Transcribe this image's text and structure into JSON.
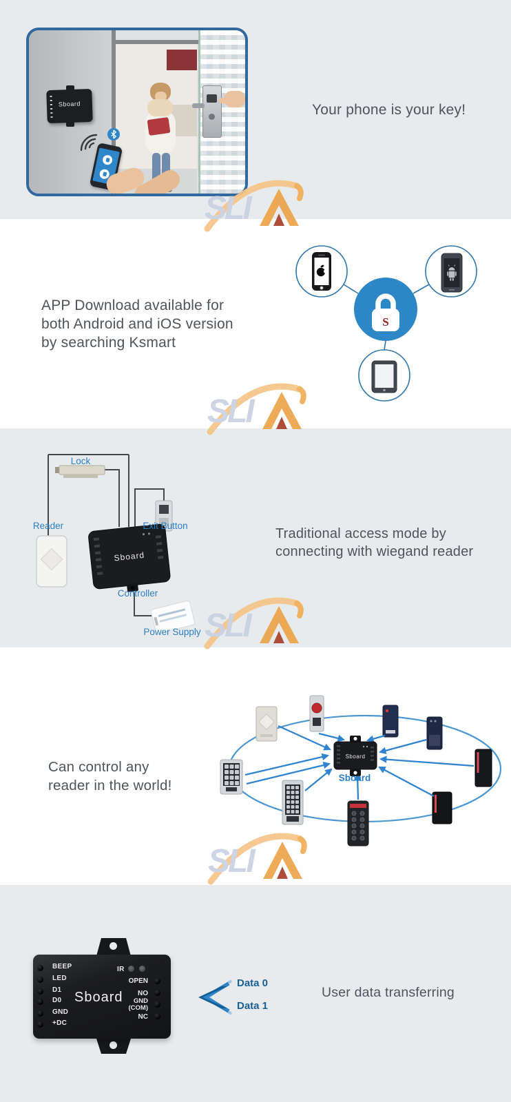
{
  "brand": {
    "watermark_text": "SLI"
  },
  "sections": {
    "phone_key": {
      "headline": "Your phone is your key!",
      "device_label": "Sboard"
    },
    "app_download": {
      "line1": "APP Download available for",
      "line2": "both Android and iOS version",
      "line3": "by searching Ksmart",
      "lock_letter": "S"
    },
    "traditional": {
      "line1": "Traditional access mode by",
      "line2": "connecting with wiegand reader",
      "lock_label": "Lock",
      "reader_label": "Reader",
      "exit_button_label": "Exit Button",
      "controller_label": "Controller",
      "power_supply_label": "Power Supply",
      "device_label": "Sboard"
    },
    "any_reader": {
      "line1": "Can control any",
      "line2": "reader in the world!",
      "device_label": "Sboard",
      "caption": "Sboard"
    },
    "data_transfer": {
      "headline": "User data transferring",
      "device_label": "Sboard",
      "pins_left": [
        "BEEP",
        "LED",
        "D1",
        "D0",
        "GND",
        "+DC"
      ],
      "pin_ir": "IR",
      "pins_right": [
        "OPEN",
        "NO",
        "GND (COM)",
        "NC"
      ],
      "data0": "Data 0",
      "data1": "Data 1"
    }
  },
  "colors": {
    "section_gray": "#e8ebee",
    "headline_text": "#4e545a",
    "label_blue": "#2d7dc3",
    "hub_blue": "#2d86c5",
    "arrow_blue": "#2f83cf",
    "data_label_blue": "#185f93",
    "watermark_orange": "#eda449",
    "watermark_letters": "#c9d1e1"
  }
}
